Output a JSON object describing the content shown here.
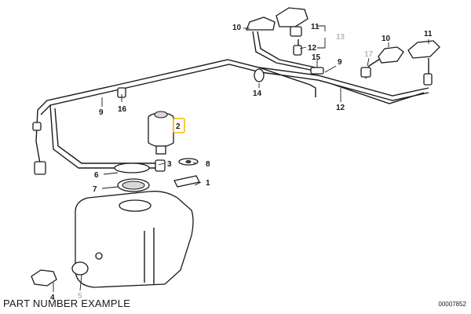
{
  "caption": "PART NUMBER EXAMPLE",
  "reference_code": "00007852",
  "highlight_color": "#f2c230",
  "callouts": {
    "c1": "1",
    "c2": "2",
    "c3": "3",
    "c4": "4",
    "c5": "5",
    "c6": "6",
    "c7": "7",
    "c8": "8",
    "c9a": "9",
    "c9b": "9",
    "c10a": "10",
    "c10b": "10",
    "c11a": "11",
    "c11b": "11",
    "c12a": "12",
    "c12b": "12",
    "c13": "13",
    "c14": "14",
    "c15": "15",
    "c16": "16",
    "c17": "17"
  }
}
